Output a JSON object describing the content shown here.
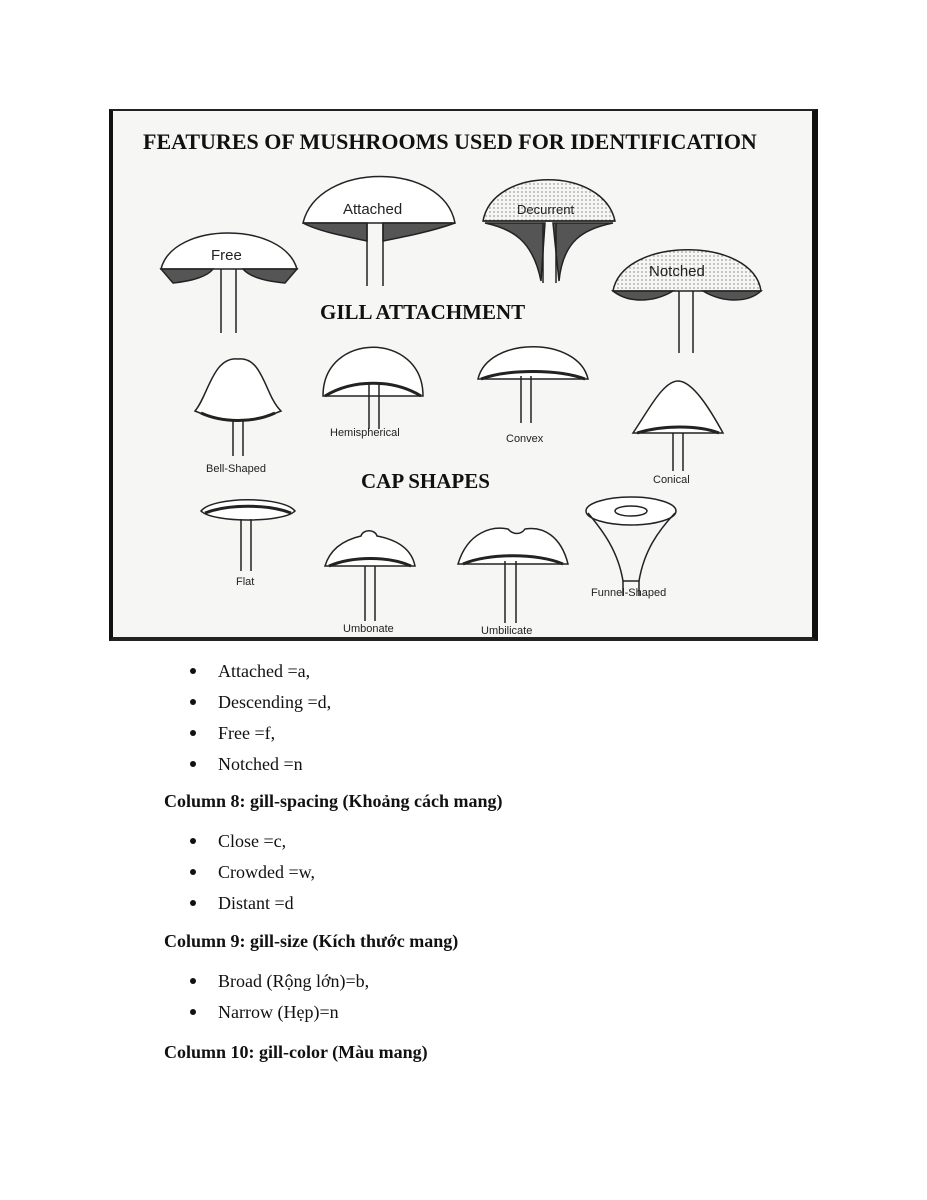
{
  "figure": {
    "title": "FEATURES OF MUSHROOMS USED  FOR IDENTIFICATION",
    "gill_section": "GILL ATTACHMENT",
    "cap_section": "CAP SHAPES",
    "gill_labels": {
      "free": "Free",
      "attached": "Attached",
      "decurrent": "Decurrent",
      "notched": "Notched"
    },
    "cap_labels": {
      "bell": "Bell-Shaped",
      "hemispherical": "Hemispherical",
      "convex": "Convex",
      "conical": "Conical",
      "flat": "Flat",
      "umbonate": "Umbonate",
      "umbilicate": "Umbilicate",
      "funnel": "Funnel-Shaped"
    }
  },
  "lists": {
    "attachment": [
      "Attached =a,",
      "Descending =d,",
      "Free =f,",
      "Notched =n"
    ],
    "spacing_heading": "Column 8: gill-spacing (Khoảng cách mang)",
    "spacing": [
      "Close =c,",
      "Crowded =w,",
      "Distant =d"
    ],
    "size_heading": "Column 9: gill-size (Kích thước mang)",
    "size": [
      "Broad (Rộng lớn)=b,",
      "Narrow (Hẹp)=n"
    ],
    "color_heading": "Column 10: gill-color (Màu mang)"
  }
}
